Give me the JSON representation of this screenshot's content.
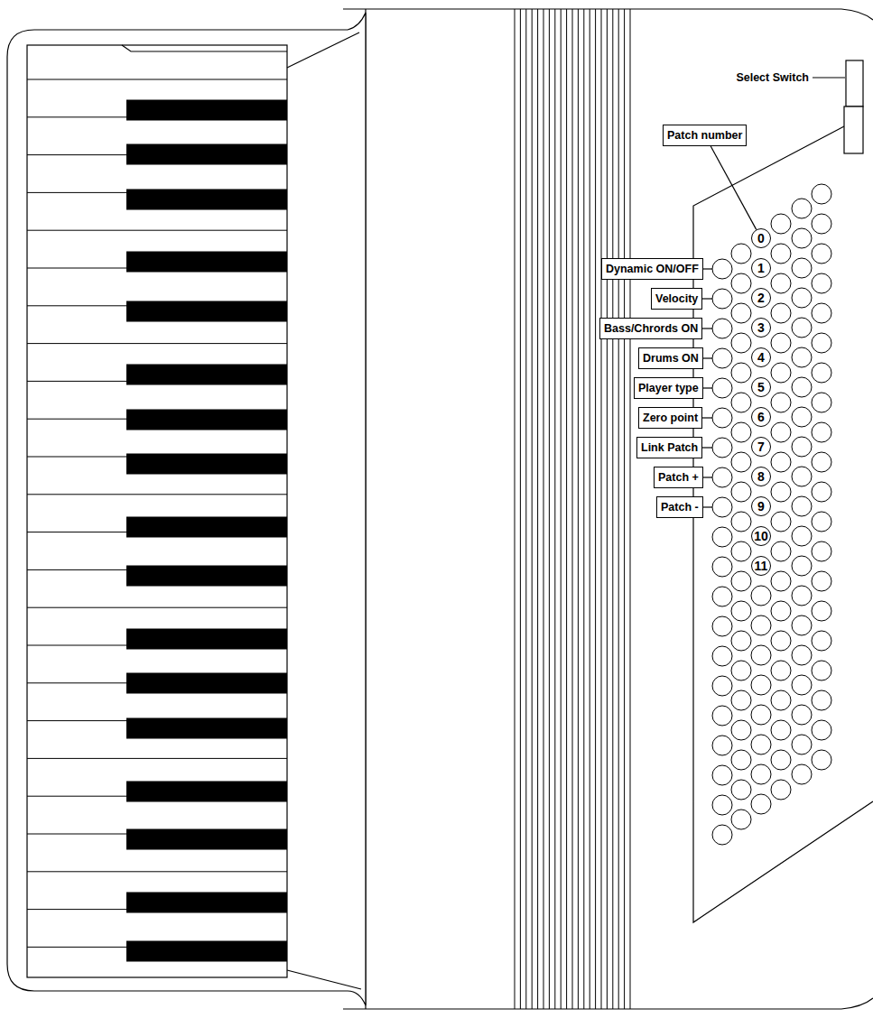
{
  "diagram": {
    "nodes": [
      {
        "text": [
          "Patch number"
        ]
      },
      {
        "text": [
          "0"
        ]
      },
      {
        "text": [
          "Dynamic ON/OFF"
        ]
      },
      {
        "text": [
          "1"
        ]
      },
      {
        "text": [
          "Velocity"
        ]
      },
      {
        "text": [
          "2"
        ]
      },
      {
        "text": [
          "Bass/Chrords ON"
        ]
      },
      {
        "text": [
          "3"
        ]
      },
      {
        "text": [
          "Drums ON"
        ]
      },
      {
        "text": [
          "4"
        ]
      },
      {
        "text": [
          "Player type"
        ]
      },
      {
        "text": [
          "5"
        ]
      },
      {
        "text": [
          "Zero point"
        ]
      },
      {
        "text": [
          "6"
        ]
      },
      {
        "text": [
          "Link Patch"
        ]
      },
      {
        "text": [
          "7"
        ]
      },
      {
        "text": [
          "Patch +"
        ]
      },
      {
        "text": [
          "8"
        ]
      },
      {
        "text": [
          "Patch -"
        ]
      },
      {
        "text": [
          "9"
        ]
      },
      {
        "text": [
          "10"
        ]
      },
      {
        "text": [
          "11"
        ]
      }
    ],
    "edges": [
      {
        "from": 0,
        "to": 1,
        "arrow": "none"
      }
    ],
    "labels": [
      "Select Switch"
    ]
  }
}
